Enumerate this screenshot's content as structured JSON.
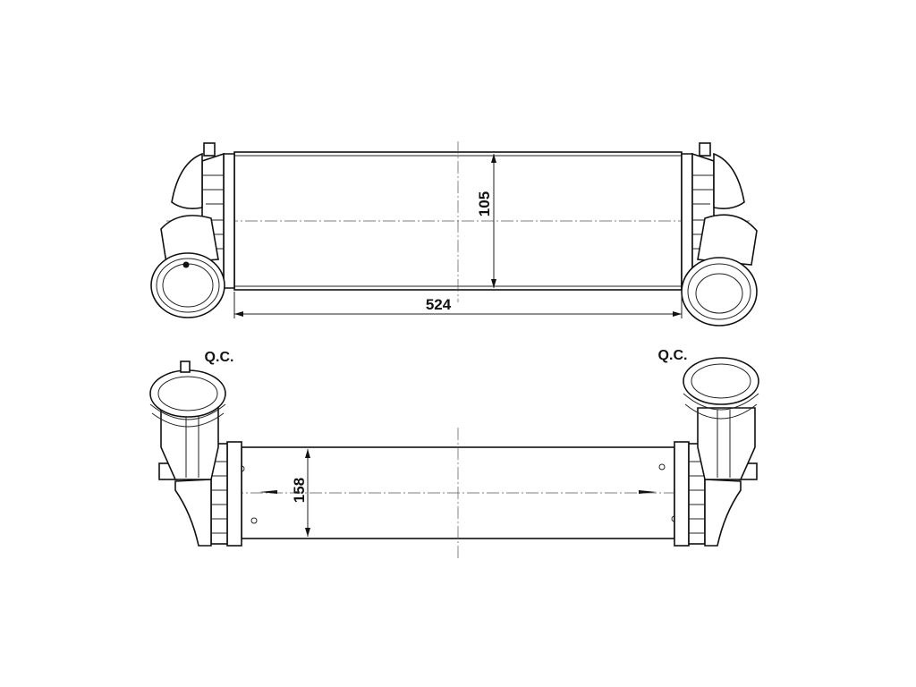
{
  "dimensions": {
    "length": "524",
    "height": "105",
    "depth": "158"
  },
  "labels": {
    "qc_left": "Q.C.",
    "qc_right": "Q.C."
  },
  "colors": {
    "line": "#111111",
    "background": "#ffffff"
  }
}
